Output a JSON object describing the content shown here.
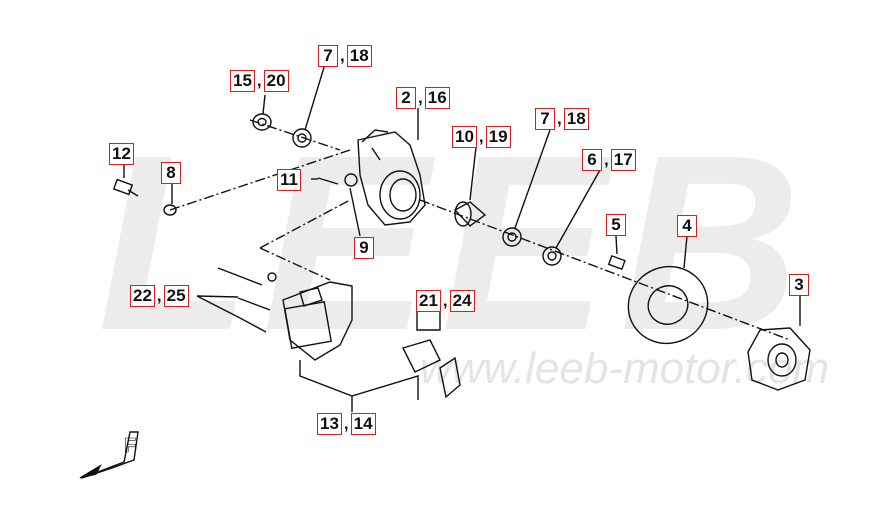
{
  "watermark": {
    "brand": "LEEB",
    "url": "www.leeb-motor.com"
  },
  "callouts": [
    {
      "id": "c-7-18-a",
      "labels": [
        "7",
        "18"
      ]
    },
    {
      "id": "c-15-20",
      "labels": [
        "15",
        "20"
      ]
    },
    {
      "id": "c-2-16",
      "labels": [
        "2",
        "16"
      ]
    },
    {
      "id": "c-7-18-b",
      "labels": [
        "7",
        "18"
      ]
    },
    {
      "id": "c-10-19",
      "labels": [
        "10",
        "19"
      ]
    },
    {
      "id": "c-12",
      "labels": [
        "12"
      ]
    },
    {
      "id": "c-8",
      "labels": [
        "8"
      ]
    },
    {
      "id": "c-11",
      "labels": [
        "11"
      ]
    },
    {
      "id": "c-6-17",
      "labels": [
        "6",
        "17"
      ]
    },
    {
      "id": "c-5",
      "labels": [
        "5"
      ]
    },
    {
      "id": "c-4",
      "labels": [
        "4"
      ]
    },
    {
      "id": "c-9",
      "labels": [
        "9"
      ]
    },
    {
      "id": "c-3",
      "labels": [
        "3"
      ]
    },
    {
      "id": "c-22-25",
      "labels": [
        "22",
        "25"
      ]
    },
    {
      "id": "c-21-24",
      "labels": [
        "21",
        "24"
      ]
    },
    {
      "id": "c-13-14",
      "labels": [
        "13",
        "14"
      ]
    }
  ],
  "colors": {
    "label_border": "#d22020",
    "line": "#111111",
    "watermark": "#ececec"
  },
  "icons": [
    "front-direction-arrow-icon"
  ]
}
